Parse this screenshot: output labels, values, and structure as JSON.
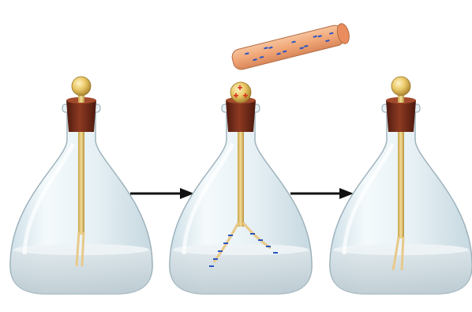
{
  "figure": {
    "panels": [
      {
        "state": "neutral",
        "leaves": "closed"
      },
      {
        "state": "charged rod near knob",
        "leaves": "diverged",
        "knob_charge": "+",
        "leaf_charge": "-"
      },
      {
        "state": "rod removed",
        "leaves": "closed"
      }
    ],
    "rod": {
      "charge": "-"
    },
    "colors": {
      "glass": "#e7f2f6",
      "stopper": "#7a2e1c",
      "brass": "#e6c56a",
      "rod": "#f2b083",
      "negative_charge": "#2a54c4",
      "positive_charge": "#d8321f",
      "arrow": "#111111"
    },
    "icons": [
      "electroscope-icon",
      "charged-rod-icon",
      "right-arrow-icon"
    ]
  }
}
